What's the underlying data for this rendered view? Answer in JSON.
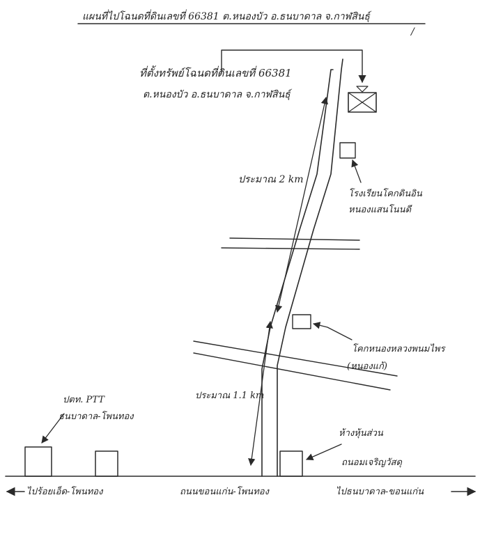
{
  "title": "แผนที่ไปโฉนดที่ดินเลขที่ 66381 ต.หนองบัว อ.ธนบาดาล จ.กาฬสินธุ์",
  "page_mark": "/",
  "site_label_line1": "ที่ตั้งทรัพย์โฉนดที่ดินเลขที่ 66381",
  "site_label_line2": "ต.หนองบัว อ.ธนบาดาล จ.กาฬสินธุ์",
  "distance_upper": "ประมาณ 2 km",
  "distance_lower": "ประมาณ 1.1 km",
  "school_line1": "โรงเรียนโคกดินอิน",
  "school_line2": "หนองแสนโนนดี",
  "landmark_b_line1": "โคกหนองหลวงพนมไพร",
  "landmark_b_line2": "(หนองแก้)",
  "ptt_line1": "ปตท. PTT",
  "ptt_line2": "ธนบาดาล-โพนทอง",
  "shop_line1": "ห้างหุ้นส่วน",
  "shop_line2": "ถนอมเจริญวัสดุ",
  "road_left": "ไปร้อยเอ็ด-โพนทอง",
  "road_mid": "ถนนขอนแก่น-โพนทอง",
  "road_right": "ไปธนบาดาล-ขอนแก่น"
}
